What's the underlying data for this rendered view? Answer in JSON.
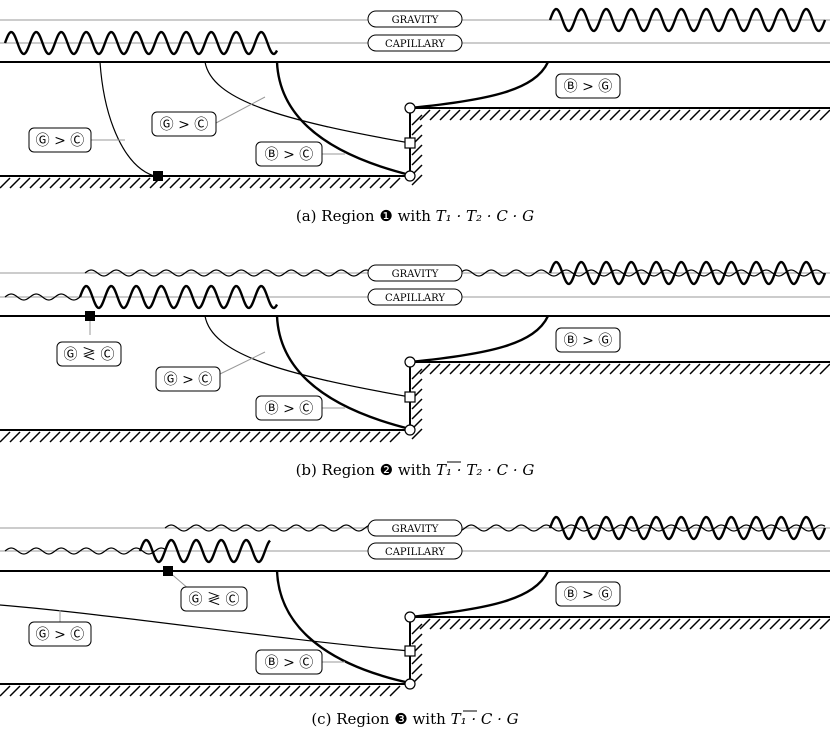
{
  "labels": {
    "gravity": "GRAVITY",
    "capillary": "CAPILLARY",
    "b_gt_g": "Ⓑ > Ⓖ",
    "b_gt_c": "Ⓑ > Ⓒ",
    "g_gt_c": "Ⓖ > Ⓒ",
    "g_ge_c": "Ⓖ ≷ Ⓒ"
  },
  "captions": {
    "a": {
      "prefix": "(a) Region ",
      "marker": "❶",
      "mid": " with ",
      "formula": "T₁ · T₂ · C · G"
    },
    "b": {
      "prefix": "(b) Region ",
      "marker": "❷",
      "mid": " with ",
      "formula": "T₁ · T₂ · C · G"
    },
    "c": {
      "prefix": "(c) Region ",
      "marker": "❸",
      "mid": " with ",
      "formula": "T₁ · C · G"
    }
  }
}
